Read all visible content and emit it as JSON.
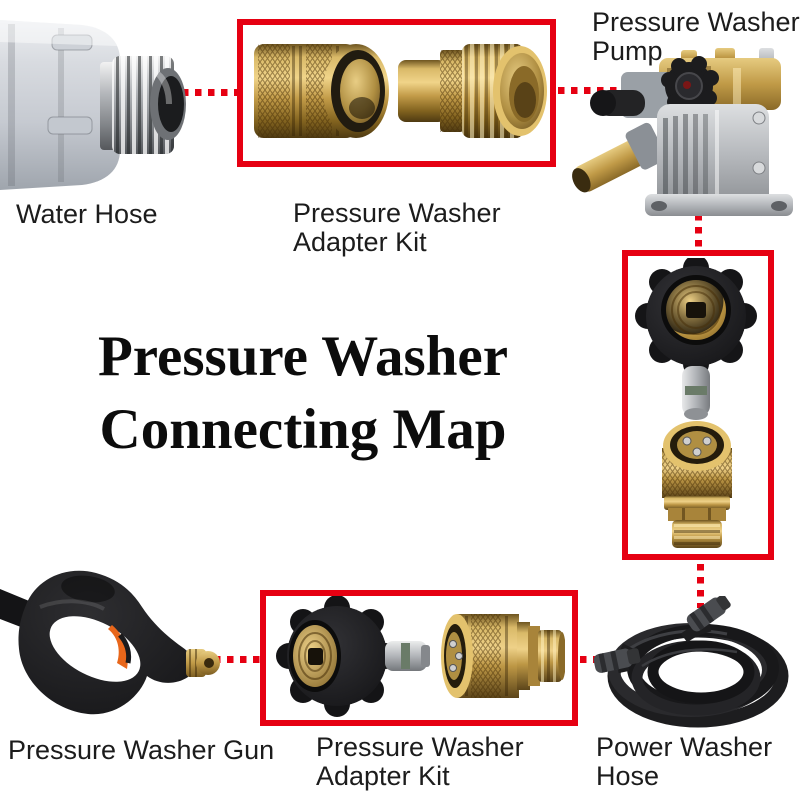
{
  "title": {
    "text": "Pressure Washer Connecting Map",
    "lines": [
      "Pressure Washer",
      "Connecting Map"
    ]
  },
  "components": {
    "water_hose": {
      "label": "Water Hose",
      "highlighted": false
    },
    "adapter_kit_top": {
      "label": "Pressure Washer Adapter Kit",
      "lines": [
        "Pressure Washer",
        "Adapter Kit"
      ],
      "highlighted": true
    },
    "pump": {
      "label": "Pressure Washer Pump",
      "lines": [
        "Pressure Washer",
        "Pump"
      ],
      "highlighted": false
    },
    "m22_adapter_set": {
      "label": "",
      "highlighted": true
    },
    "gun": {
      "label": "Pressure Washer Gun",
      "highlighted": false
    },
    "adapter_kit_bottom": {
      "label": "Pressure Washer Adapter Kit",
      "lines": [
        "Pressure Washer",
        "Adapter Kit"
      ],
      "highlighted": true
    },
    "power_hose": {
      "label": "Power Washer Hose",
      "lines": [
        "Power Washer",
        "Hose"
      ],
      "highlighted": false
    }
  },
  "connections": [
    "water-hose to adapter-kit-top",
    "adapter-kit-top to pump",
    "pump to m22-adapter-set",
    "m22-adapter-set to power-hose",
    "gun to adapter-kit-bottom",
    "adapter-kit-bottom to power-hose"
  ],
  "colors": {
    "accent_red": "#e60012",
    "text": "#1c1c1c",
    "background": "#ffffff",
    "brass": "#c29b48",
    "metal": "#b9bcc0",
    "black_part": "#1a1a1c",
    "trigger_orange": "#e8661a"
  }
}
